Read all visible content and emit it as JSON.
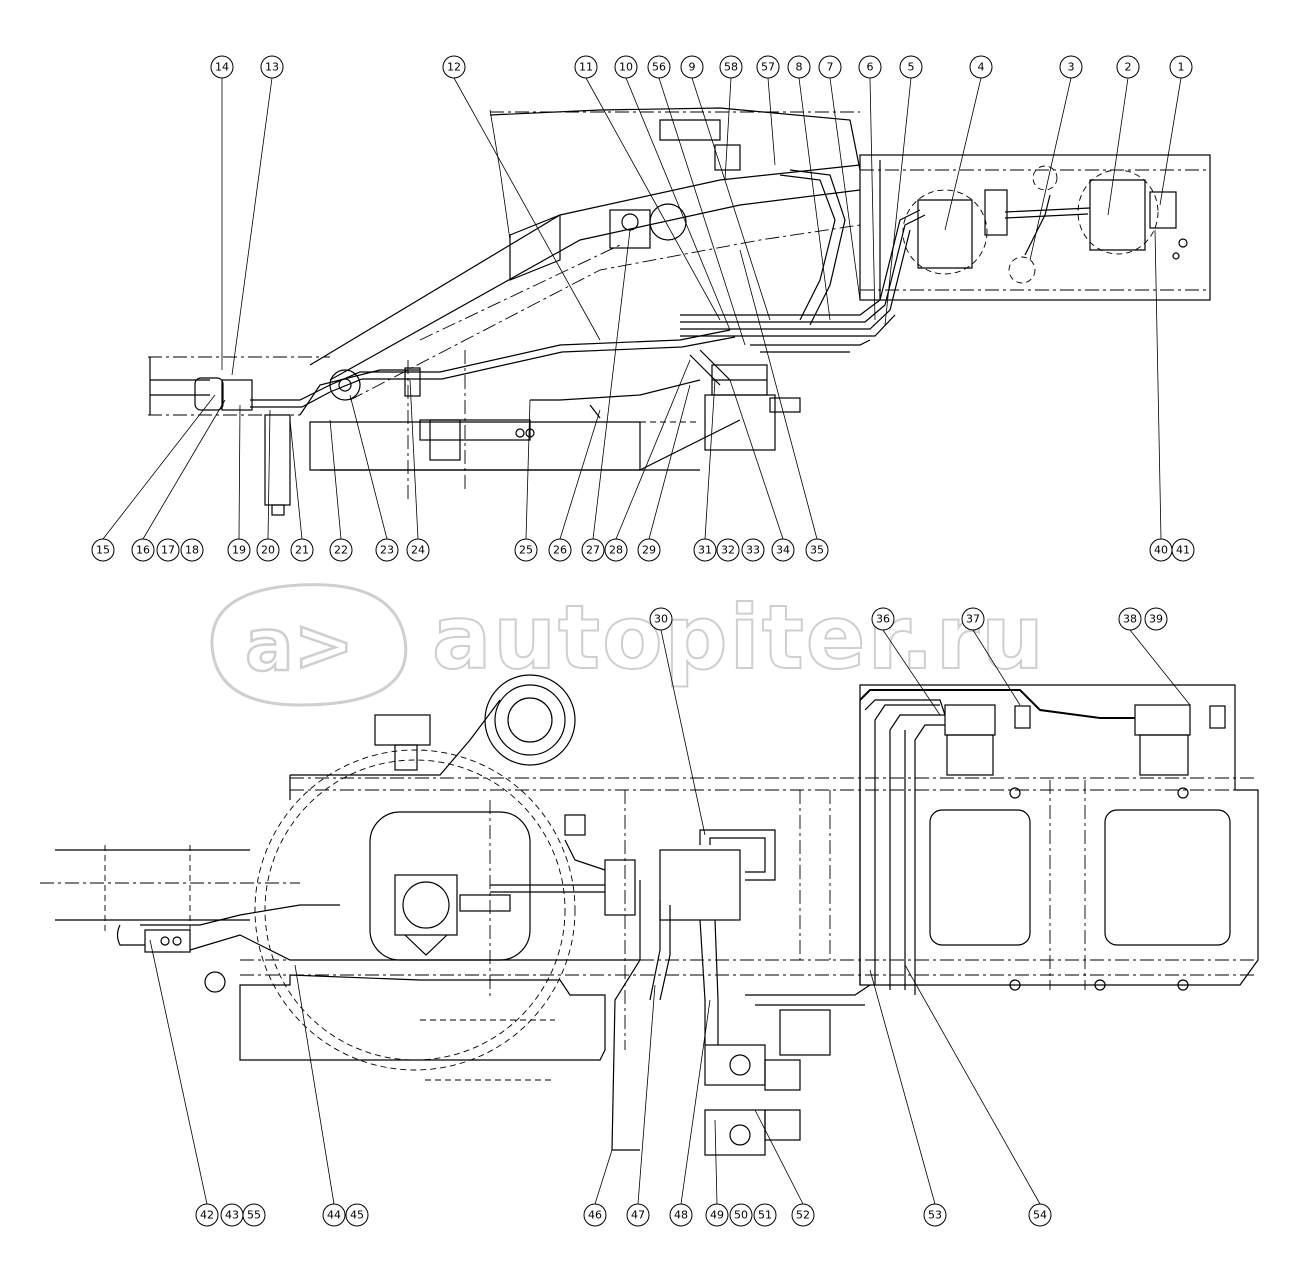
{
  "watermark": {
    "badge": "a>",
    "text": "autopiter.ru"
  },
  "top_view_callouts": {
    "top_row": [
      "14",
      "13",
      "12",
      "11",
      "10",
      "56",
      "9",
      "58",
      "57",
      "8",
      "7",
      "6",
      "5",
      "4",
      "3",
      "2",
      "1"
    ],
    "bottom_row": [
      "15",
      "16",
      "17",
      "18",
      "19",
      "20",
      "21",
      "22",
      "23",
      "24",
      "25",
      "26",
      "27",
      "28",
      "29",
      "31",
      "32",
      "33",
      "34",
      "35",
      "40",
      "41"
    ]
  },
  "bottom_view_callouts": {
    "top_row": [
      "30",
      "36",
      "37",
      "38",
      "39"
    ],
    "bottom_row": [
      "42",
      "43",
      "55",
      "44",
      "45",
      "46",
      "47",
      "48",
      "49",
      "50",
      "51",
      "52",
      "53",
      "54"
    ]
  }
}
